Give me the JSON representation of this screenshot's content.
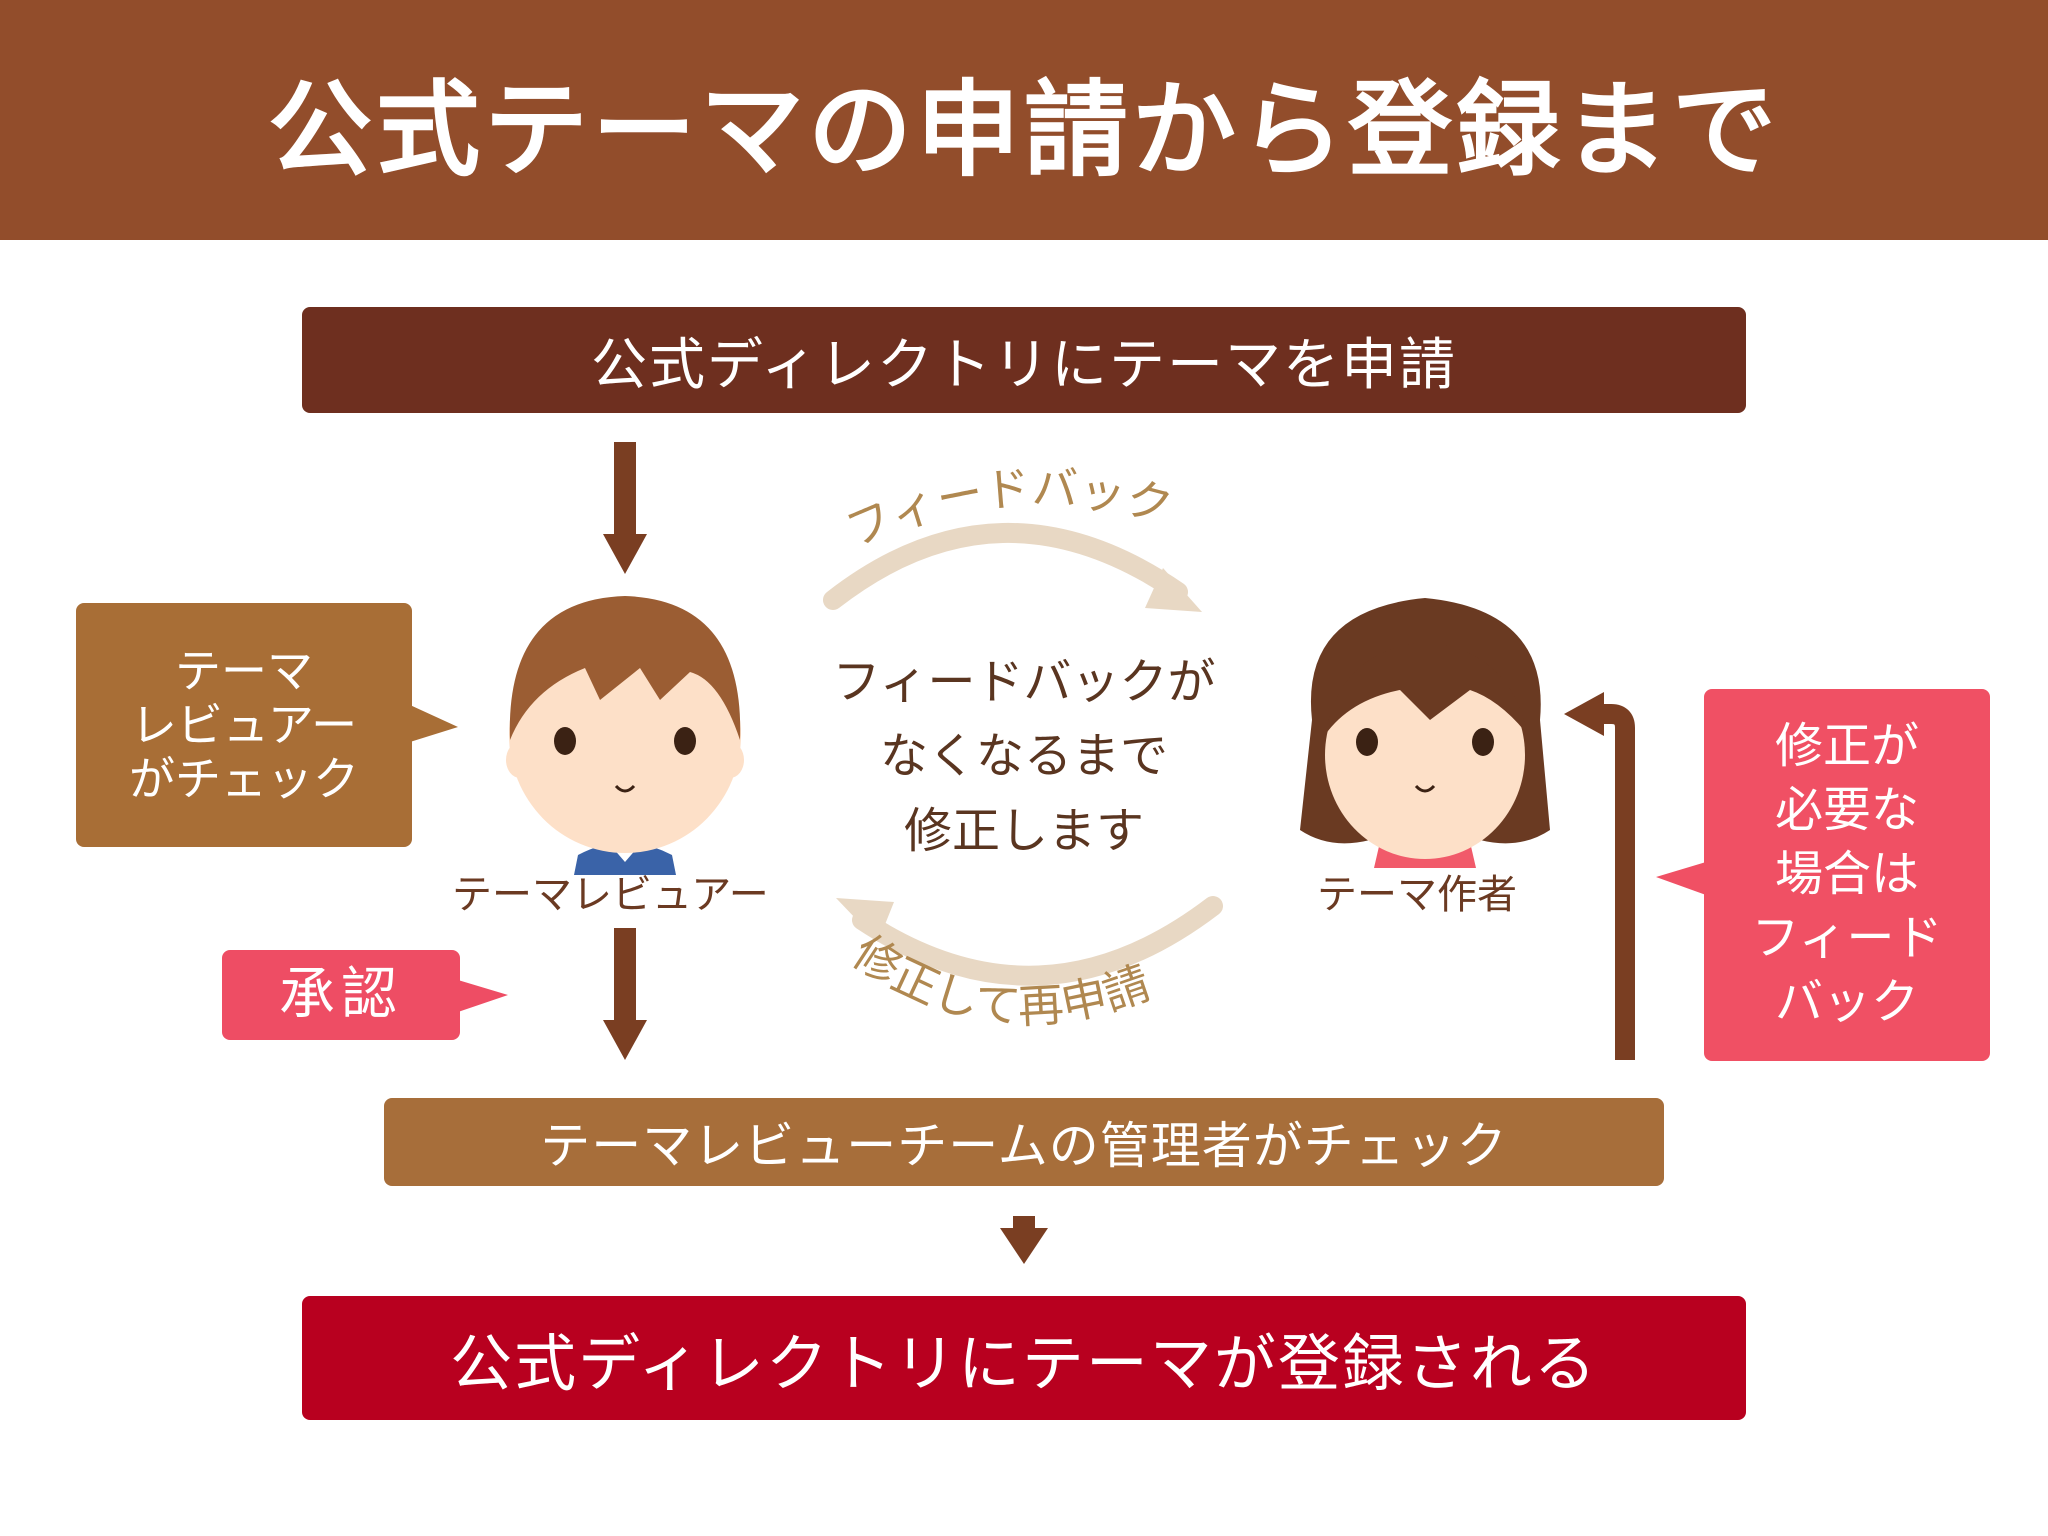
{
  "header": {
    "title": "公式テーマの申請から登録まで"
  },
  "steps": {
    "submit": "公式ディレクトリにテーマを申請",
    "admin_check": "テーマレビューチームの管理者がチェック",
    "registered": "公式ディレクトリにテーマが登録される"
  },
  "callouts": {
    "reviewer_check": [
      "テーマ",
      "レビュアー",
      "がチェック"
    ],
    "approve": "承認",
    "feedback_if_needed": [
      "修正が",
      "必要な",
      "場合は",
      "フィード",
      "バック"
    ]
  },
  "actors": {
    "reviewer": "テーマレビュアー",
    "author": "テーマ作者"
  },
  "cycle": {
    "top_arc_label": "フィードバック",
    "bottom_arc_label": "修正して再申請",
    "center_text": [
      "フィードバックが",
      "なくなるまで",
      "修正します"
    ]
  },
  "colors": {
    "header_bg": "#924d2b",
    "step_submit_bg": "#6e2f1f",
    "step_admin_bg": "#a76e3a",
    "step_final_bg": "#b8001f",
    "callout_brown": "#a86e36",
    "callout_pink": "#f05064",
    "arrow_brown": "#7a3e22",
    "cycle_arrow": "#e8d8c4",
    "cycle_text": "#b08850"
  }
}
